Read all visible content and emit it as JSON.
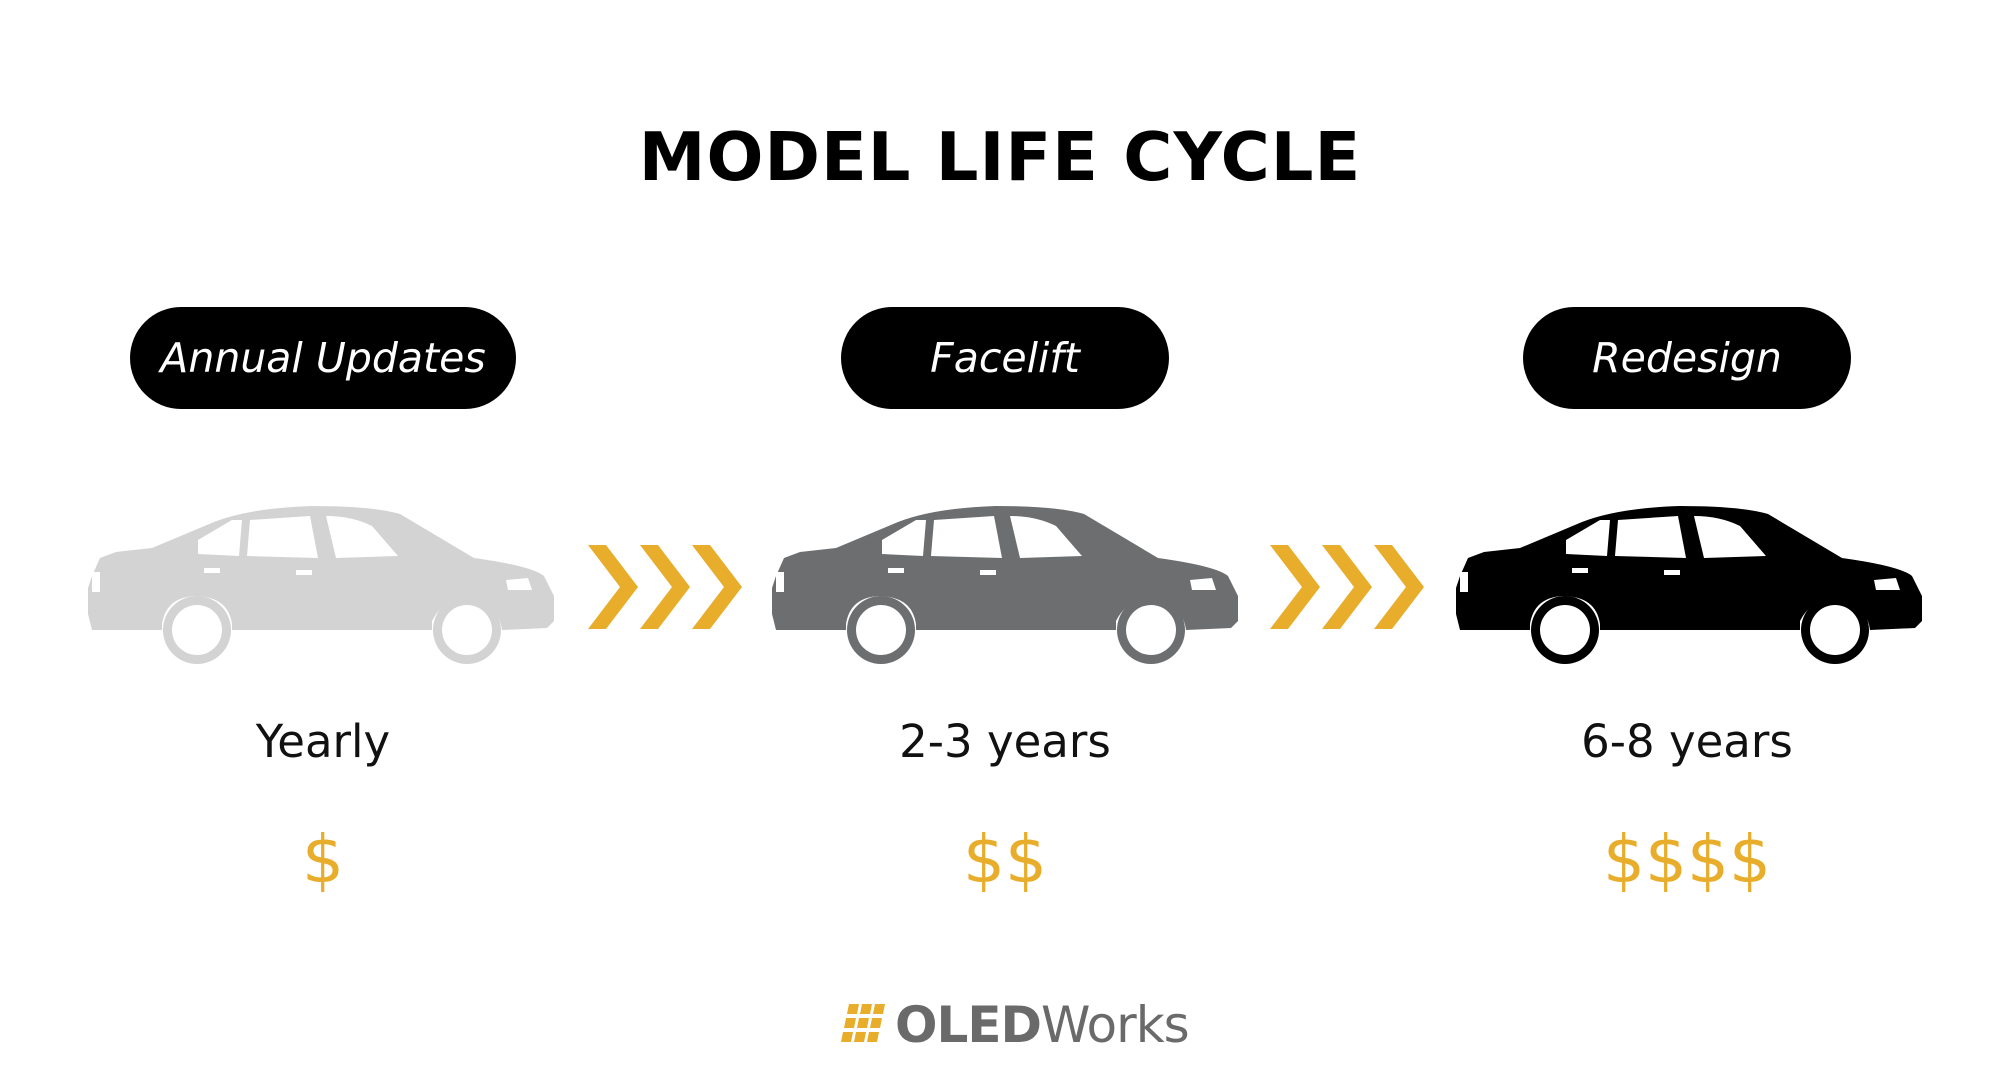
{
  "title": "MODEL LIFE CYCLE",
  "accent_color": "#e8ad2a",
  "stages": [
    {
      "label": "Annual Updates",
      "period": "Yearly",
      "cost": "$",
      "car_color": "#d3d3d3"
    },
    {
      "label": "Facelift",
      "period": "2-3 years",
      "cost": "$$",
      "car_color": "#6d6e70"
    },
    {
      "label": "Redesign",
      "period": "6-8 years",
      "cost": "$$$$",
      "car_color": "#000000"
    }
  ],
  "logo": {
    "strong": "OLED",
    "rest": "Works",
    "icon": "grid-logo-icon"
  }
}
